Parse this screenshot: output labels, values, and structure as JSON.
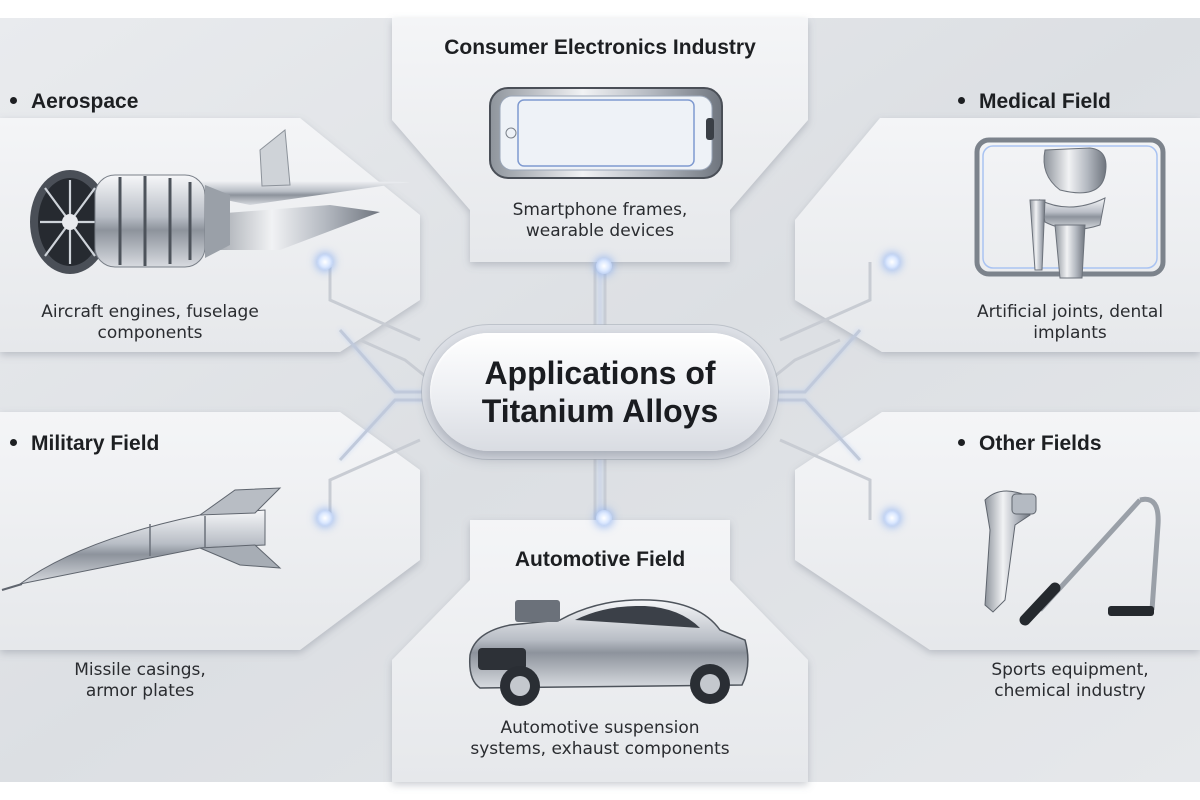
{
  "center": {
    "line1": "Applications of",
    "line2": "Titanium Alloys"
  },
  "panels": {
    "aerospace": {
      "title": "Aerospace",
      "desc1": "Aircraft engines, fuselage",
      "desc2": "components",
      "icon": "jet-engine-icon"
    },
    "consumer": {
      "title": "Consumer Electronics Industry",
      "desc1": "Smartphone frames,",
      "desc2": "wearable devices",
      "icon": "smartphone-icon"
    },
    "medical": {
      "title": "Medical Field",
      "desc1": "Artificial joints, dental",
      "desc2": "implants",
      "icon": "knee-joint-icon"
    },
    "military": {
      "title": "Military Field",
      "desc1": "Missile casings,",
      "desc2": "armor plates",
      "icon": "missile-icon"
    },
    "automotive": {
      "title": "Automotive Field",
      "desc1": "Automotive suspension",
      "desc2": "systems, exhaust components",
      "icon": "car-icon"
    },
    "other": {
      "title": "Other Fields",
      "desc1": "Sports equipment,",
      "desc2": "chemical industry",
      "icon": "sports-equipment-icon"
    }
  },
  "colors": {
    "panel": "#eceef1",
    "glow": "#9fb8e6",
    "text": "#1d1f22"
  }
}
